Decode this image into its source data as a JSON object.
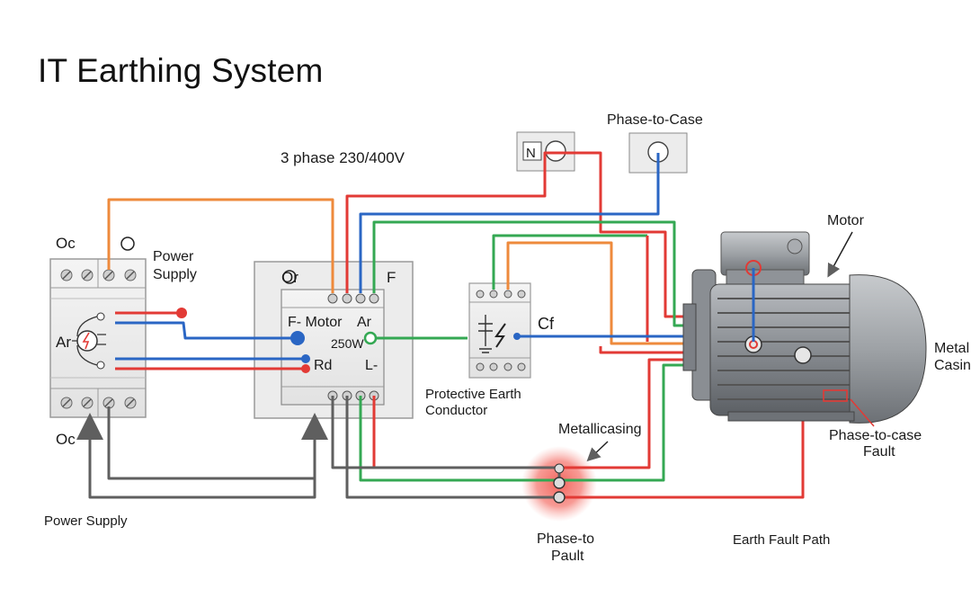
{
  "title": "IT Earthing System",
  "labels": {
    "supply_voltage": "3 phase 230/400V",
    "phase_to_case_top": "Phase-to-Case",
    "motor": "Motor",
    "power_supply_right_1": "Power",
    "power_supply_right_2": "Supply",
    "power_supply_bottom": "Power Supply",
    "breaker_top_left": "Oc",
    "breaker_bottom_left": "Oc",
    "breaker_symbol": "Ar",
    "controller_top_left": "Or",
    "controller_top_right": "F",
    "controller_motor": "F- Motor",
    "controller_ar": "Ar",
    "controller_power": "250W",
    "controller_rd": "Rd",
    "controller_l": "L-",
    "filter_label": "Cf",
    "pe_conductor_1": "Protective Earth",
    "pe_conductor_2": "Conductor",
    "metallicasing": "Metallicasing",
    "phase_to_pault_1": "Phase-to",
    "phase_to_pault_2": "Pault",
    "earth_fault_path": "Earth Fault Path",
    "phase_to_case_fault_1": "Phase-to-case",
    "phase_to_case_fault_2": "Fault",
    "metal_casing_1": "Metal",
    "metal_casing_2": "Casin",
    "switch_box_symbol": "N"
  },
  "colors": {
    "orange": "#ee8a3c",
    "red": "#e23a35",
    "blue": "#2a66c4",
    "green": "#34a853",
    "grey_wire": "#5f5f5f",
    "fault_glow": "#f25c54"
  }
}
